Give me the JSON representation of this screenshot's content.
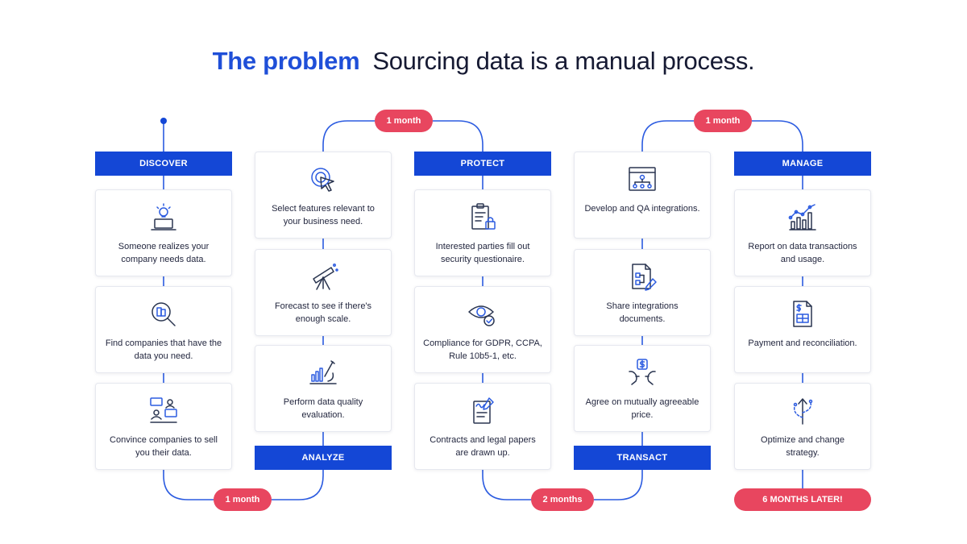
{
  "title": {
    "highlight": "The problem",
    "rest": "Sourcing data is a manual process."
  },
  "columns": [
    {
      "header": "DISCOVER",
      "cards": [
        {
          "icon": "lightbulb-laptop-icon",
          "text": "Someone realizes your company needs data."
        },
        {
          "icon": "magnifier-building-icon",
          "text": "Find companies that have the data you need."
        },
        {
          "icon": "people-chat-icon",
          "text": "Convince companies to sell you their data."
        }
      ]
    },
    {
      "header": "ANALYZE",
      "cards": [
        {
          "icon": "cursor-click-icon",
          "text": "Select features relevant to your business need."
        },
        {
          "icon": "telescope-icon",
          "text": "Forecast to see if there's enough scale."
        },
        {
          "icon": "microscope-chart-icon",
          "text": "Perform data quality evaluation."
        }
      ]
    },
    {
      "header": "PROTECT",
      "cards": [
        {
          "icon": "clipboard-lock-icon",
          "text": "Interested parties fill out security questionaire."
        },
        {
          "icon": "eye-check-icon",
          "text": "Compliance for GDPR, CCPA, Rule 10b5-1, etc."
        },
        {
          "icon": "document-signature-icon",
          "text": "Contracts and legal papers are drawn up."
        }
      ]
    },
    {
      "header": "TRANSACT",
      "cards": [
        {
          "icon": "browser-network-icon",
          "text": "Develop and QA integrations."
        },
        {
          "icon": "document-pencil-icon",
          "text": "Share integrations documents."
        },
        {
          "icon": "handshake-dollar-icon",
          "text": "Agree on mutually agreeable price."
        }
      ]
    },
    {
      "header": "MANAGE",
      "cards": [
        {
          "icon": "line-bar-chart-icon",
          "text": "Report on data transactions and usage."
        },
        {
          "icon": "invoice-dollar-icon",
          "text": "Payment and reconciliation."
        },
        {
          "icon": "arrow-strategy-icon",
          "text": "Optimize and change strategy."
        }
      ]
    }
  ],
  "durations": {
    "discover_to_analyze": "1 month",
    "analyze_to_protect": "1 month",
    "protect_to_transact": "2 months",
    "transact_to_manage": "1 month",
    "end": "6 MONTHS LATER!"
  },
  "colors": {
    "primary": "#1447d6",
    "accent": "#e8465f",
    "line": "#2b5be0",
    "title_highlight": "#1f4fd8"
  }
}
